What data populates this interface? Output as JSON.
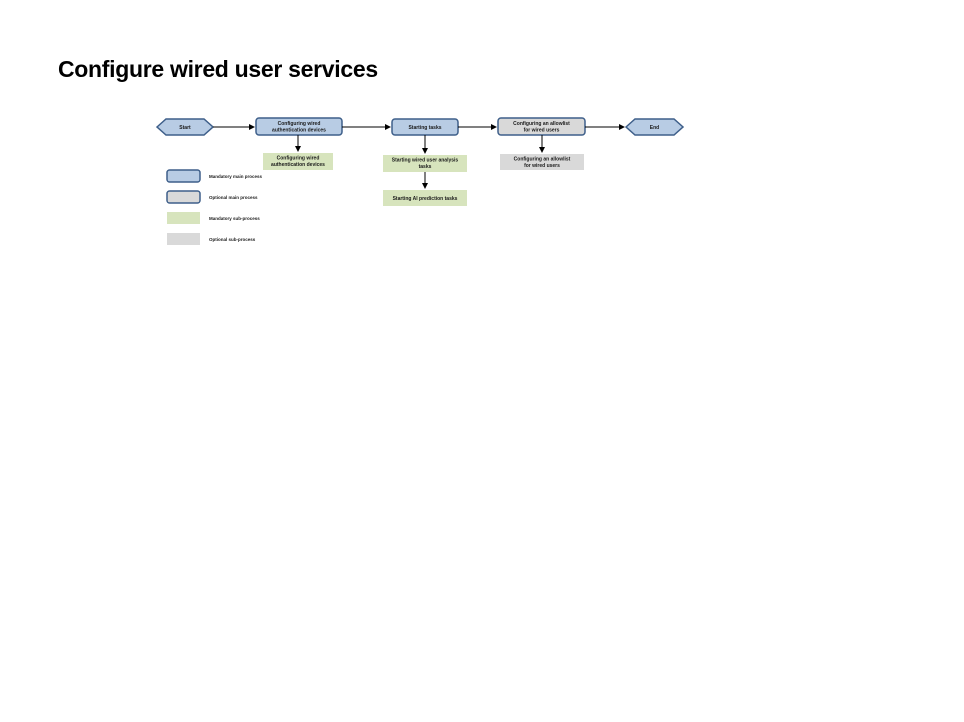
{
  "page": {
    "title": "Configure wired user services"
  },
  "diagram": {
    "start_label": "Start",
    "end_label": "End",
    "main_steps": [
      {
        "id": "step1",
        "label_lines": [
          "Configuring wired",
          "authentication devices"
        ],
        "kind": "mandatory-main"
      },
      {
        "id": "step2",
        "label_lines": [
          "Starting tasks"
        ],
        "kind": "mandatory-main"
      },
      {
        "id": "step3",
        "label_lines": [
          "Configuring an allowlist",
          "for wired users"
        ],
        "kind": "optional-main"
      }
    ],
    "sub_steps": [
      {
        "id": "sub1",
        "parent": "step1",
        "label_lines": [
          "Configuring wired",
          "authentication devices"
        ],
        "kind": "mandatory-sub"
      },
      {
        "id": "sub2a",
        "parent": "step2",
        "label_lines": [
          "Starting wired user analysis",
          "tasks"
        ],
        "kind": "mandatory-sub"
      },
      {
        "id": "sub2b",
        "parent": "sub2a",
        "label_lines": [
          "Starting AI prediction tasks"
        ],
        "kind": "mandatory-sub"
      },
      {
        "id": "sub3",
        "parent": "step3",
        "label_lines": [
          "Configuring an allowlist",
          "for wired users"
        ],
        "kind": "optional-sub"
      }
    ],
    "legend": [
      {
        "kind": "mandatory-main",
        "label": "Mandatory main process"
      },
      {
        "kind": "optional-main",
        "label": "Optional main process"
      },
      {
        "kind": "mandatory-sub",
        "label": "Mandatory sub-process"
      },
      {
        "kind": "optional-sub",
        "label": "Optional sub-process"
      }
    ],
    "colors": {
      "mandatory_main_fill": "#b8cce4",
      "optional_main_fill": "#d9d9d9",
      "main_border": "#3e5f8a",
      "mandatory_sub_fill": "#d7e4bd",
      "optional_sub_fill": "#d9d9d9",
      "arrow": "#000000"
    }
  }
}
